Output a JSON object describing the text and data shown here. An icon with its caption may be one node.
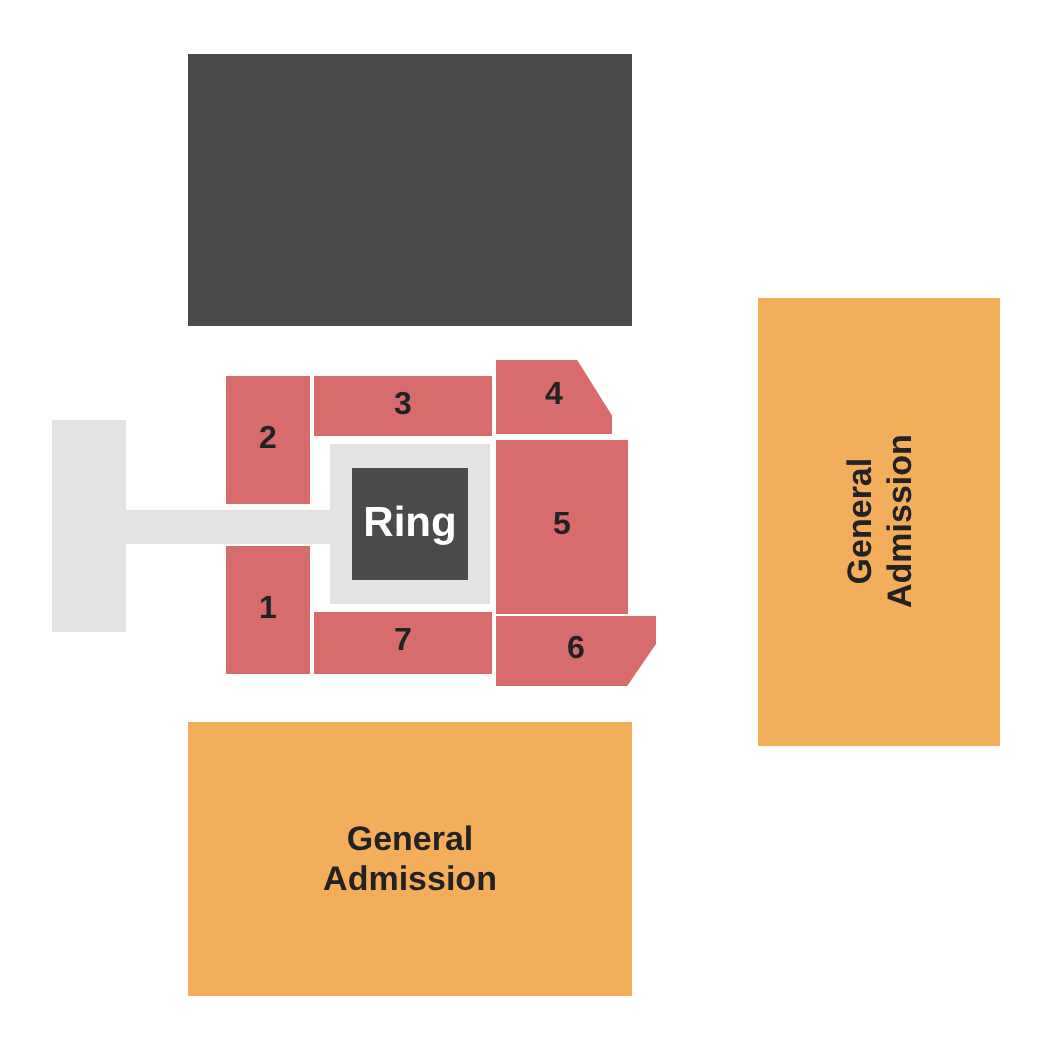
{
  "diagram": {
    "nodes": [
      {
        "text": [],
        "shape": "box"
      },
      {
        "text": [
          "General Admission"
        ]
      },
      {
        "text": [],
        "shape": "bar"
      },
      {
        "text": [
          "2"
        ]
      },
      {
        "text": [
          "3"
        ]
      },
      {
        "text": [
          "4"
        ]
      },
      {
        "text": [
          "Ring"
        ]
      },
      {
        "text": [
          "5"
        ]
      },
      {
        "text": [
          "1"
        ]
      },
      {
        "text": [
          "7"
        ]
      },
      {
        "text": [
          "6"
        ]
      },
      {
        "text": [
          "General Admission"
        ]
      }
    ],
    "edges": []
  }
}
